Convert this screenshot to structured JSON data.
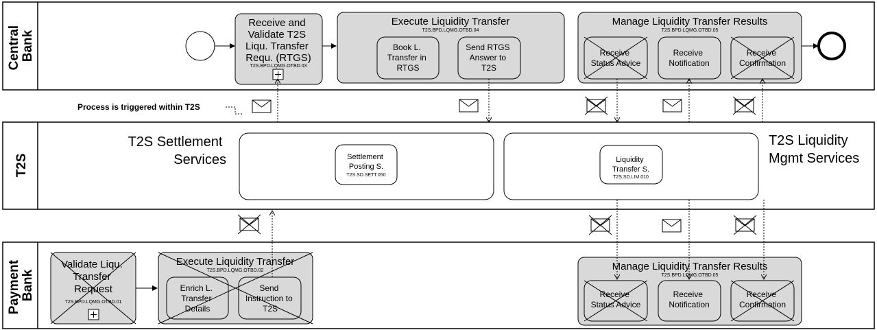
{
  "lanes": {
    "central_bank": [
      "Central",
      "Bank"
    ],
    "t2s": "T2S",
    "payment_bank": [
      "Payment",
      "Bank"
    ]
  },
  "central_bank": {
    "receive_validate": {
      "title": [
        "Receive and",
        "Validate T2S",
        "Liqu. Transfer",
        "Requ. (RTGS)"
      ],
      "code": "T2S.BPD.LQMG.OTBD.03"
    },
    "execute_transfer": {
      "title": "Execute Liquidity Transfer",
      "code": "T2S.BPD.LQMG.OTBD.04",
      "book": [
        "Book L.",
        "Transfer in",
        "RTGS"
      ],
      "send_answer": [
        "Send RTGS",
        "Answer to",
        "T2S"
      ]
    },
    "manage_results": {
      "title": "Manage Liquidity Transfer Results",
      "code": "T2S.BPD.LQMG.OTBD.05",
      "status_advice": [
        "Receive",
        "Status Advice"
      ],
      "notification": [
        "Receive",
        "Notification"
      ],
      "confirmation": [
        "Receive",
        "Confirmation"
      ]
    }
  },
  "t2s": {
    "settlement_services": [
      "T2S Settlement",
      "Services"
    ],
    "liquidity_services": [
      "T2S Liquidity",
      "Mgmt Services"
    ],
    "settlement_posting": {
      "label": [
        "Settlement",
        "Posting S."
      ],
      "code": "T2S.SD.SETT.050"
    },
    "liquidity_transfer": {
      "label": [
        "Liquidity",
        "Transfer S."
      ],
      "code": "T2S.SD.LIM.010"
    }
  },
  "annotation": "Process is triggered within T2S",
  "payment_bank": {
    "validate": {
      "title": [
        "Validate Liqu.",
        "Transfer",
        "Request"
      ],
      "code": "T2S.BPD.LQMG.OTBD.01"
    },
    "execute_transfer": {
      "title": "Execute Liquidity Transfer",
      "code": "T2S.BPD.LQMG.OTBD.02",
      "enrich": [
        "Enrich L.",
        "Transfer",
        "Details"
      ],
      "send_instruction": [
        "Send",
        "Instruction to",
        "T2S"
      ]
    },
    "manage_results": {
      "title": "Manage Liquidity Transfer Results",
      "code": "T2S.BPD.LQMG.OTBD.05",
      "status_advice": [
        "Receive",
        "Status Advice"
      ],
      "notification": [
        "Receive",
        "Notification"
      ],
      "confirmation": [
        "Receive",
        "Confirmation"
      ]
    }
  },
  "colors": {
    "box_fill": "#d9d9d9",
    "stroke": "#000000",
    "background": "#ffffff"
  }
}
